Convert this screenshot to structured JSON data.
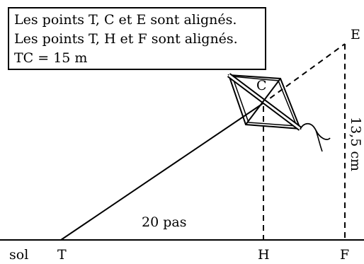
{
  "info_box": {
    "line1": "Les points T, C et E sont alignés.",
    "line2": "Les points T, H et F sont alignés.",
    "line3": "TC = 15 m"
  },
  "labels": {
    "E": "E",
    "C": "C",
    "sol": "sol",
    "T": "T",
    "H": "H",
    "F": "F",
    "distance_TH": "20 pas",
    "height_EF": "13,5 cm"
  },
  "colors": {
    "stroke": "#000000",
    "background": "#ffffff"
  }
}
